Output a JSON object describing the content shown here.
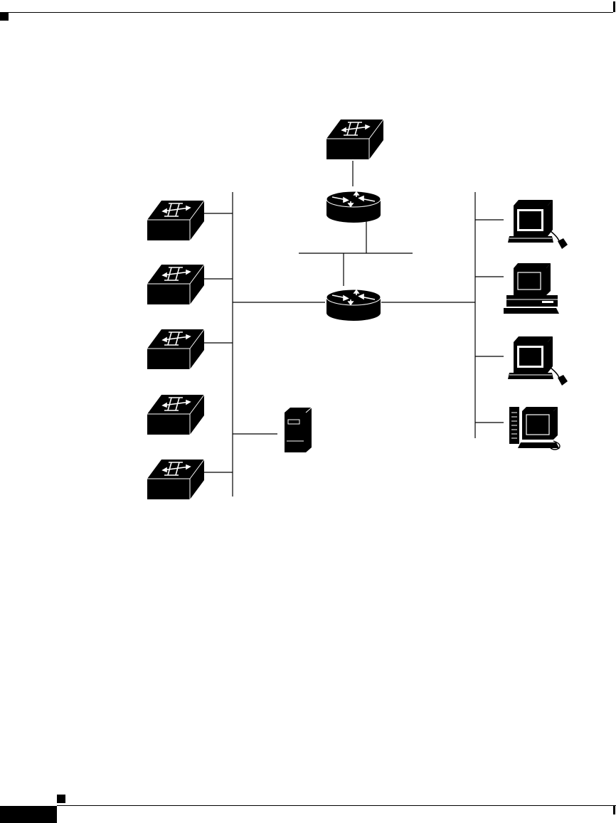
{
  "page": {
    "header_text": "",
    "footer_text": ""
  },
  "diagram": {
    "colors": {
      "ink": "#000000",
      "paper": "#ffffff"
    },
    "nodes": [
      {
        "id": "wan-switch",
        "icon": "multilayer-switch-icon"
      },
      {
        "id": "router-top",
        "icon": "router-icon"
      },
      {
        "id": "router-core",
        "icon": "router-icon"
      },
      {
        "id": "switch-1",
        "icon": "multilayer-switch-icon"
      },
      {
        "id": "switch-2",
        "icon": "multilayer-switch-icon"
      },
      {
        "id": "switch-3",
        "icon": "multilayer-switch-icon"
      },
      {
        "id": "switch-4",
        "icon": "multilayer-switch-icon"
      },
      {
        "id": "switch-5",
        "icon": "multilayer-switch-icon"
      },
      {
        "id": "server",
        "icon": "server-tower-icon"
      },
      {
        "id": "workstation-1",
        "icon": "workstation-mouse-icon"
      },
      {
        "id": "pc-desktop",
        "icon": "desktop-pc-icon"
      },
      {
        "id": "workstation-2",
        "icon": "workstation-mouse-icon"
      },
      {
        "id": "pc-tower",
        "icon": "tower-pc-icon"
      }
    ]
  }
}
